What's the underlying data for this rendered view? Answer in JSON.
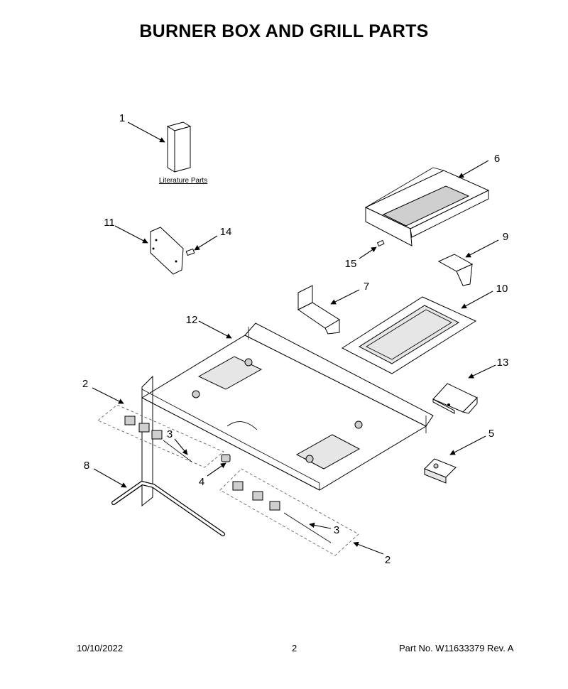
{
  "title": "BURNER BOX AND GRILL PARTS",
  "literature_label": "Literature Parts",
  "callouts": {
    "c1": "1",
    "c6": "6",
    "c11": "11",
    "c14": "14",
    "c9": "9",
    "c15": "15",
    "c7": "7",
    "c10": "10",
    "c12": "12",
    "c2a": "2",
    "c13": "13",
    "c3a": "3",
    "c5": "5",
    "c8": "8",
    "c4": "4",
    "c3b": "3",
    "c2b": "2"
  },
  "footer": {
    "date": "10/10/2022",
    "page": "2",
    "part_no": "Part No.  W11633379  Rev.  A"
  }
}
